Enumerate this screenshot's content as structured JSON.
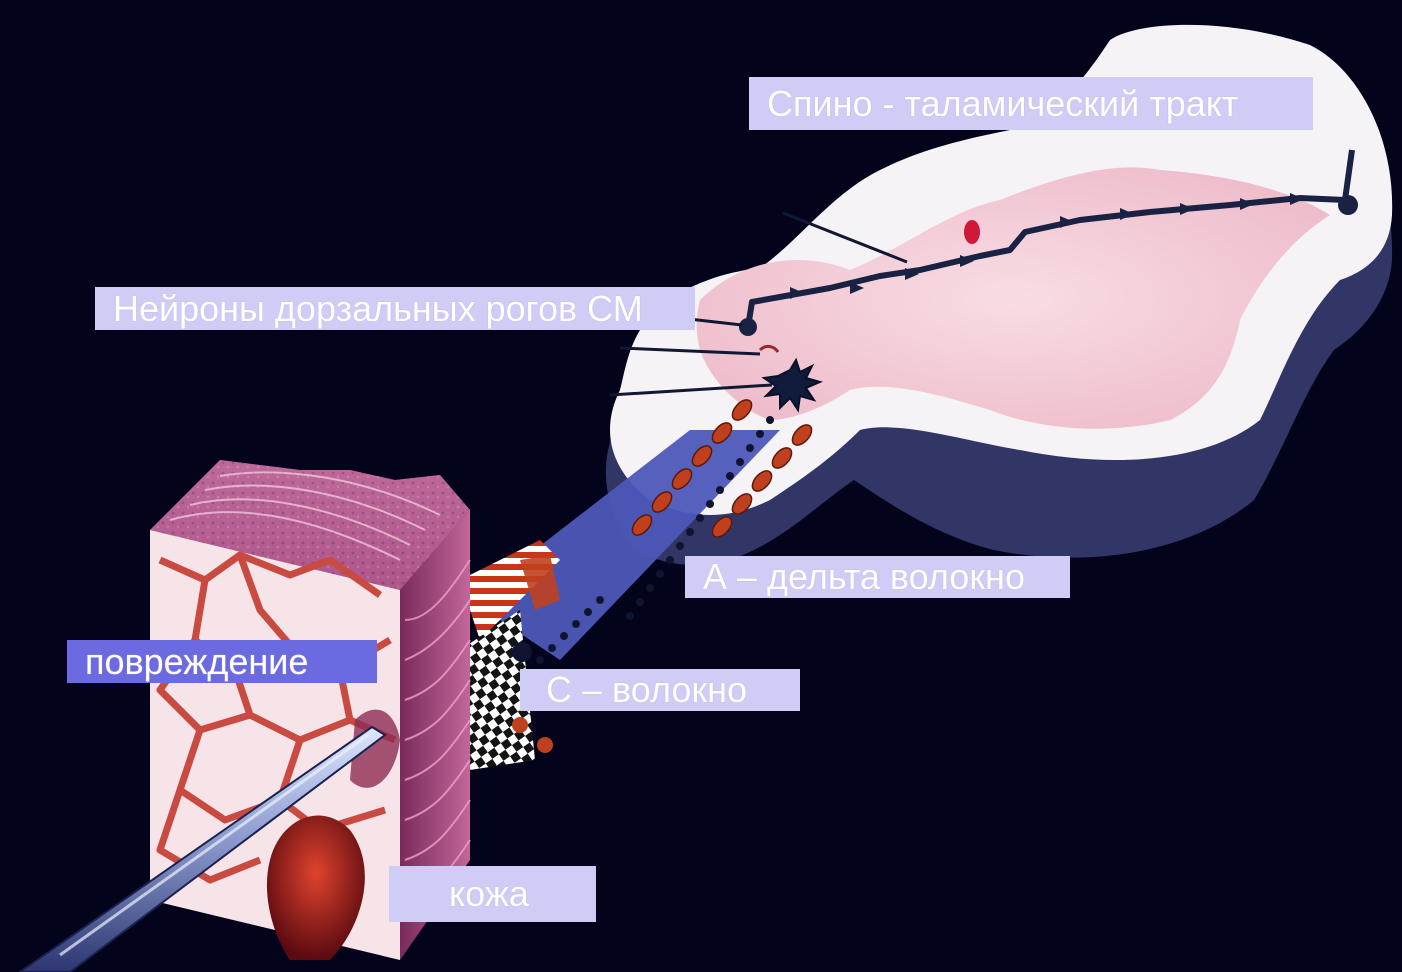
{
  "labels": {
    "tract": "Спино - таламический тракт",
    "neurons": "Нейроны дорзальных рогов СМ",
    "adelta": "А – дельта волокно",
    "cfiber": "С –  волокно",
    "damage": "повреждение",
    "skin": "кожа"
  },
  "colors": {
    "background": "#03031c",
    "label_fill": "#cfcdf6",
    "label_fill_dark": "#6c6ae0",
    "label_text": "#ffffff",
    "spinal_cord_white": "#f4f1f4",
    "grey_matter": "#f3cfd8",
    "nerve_tract": "#1a2244",
    "fiber_red": "#c0401e",
    "skin_pink": "#c56b9c"
  }
}
